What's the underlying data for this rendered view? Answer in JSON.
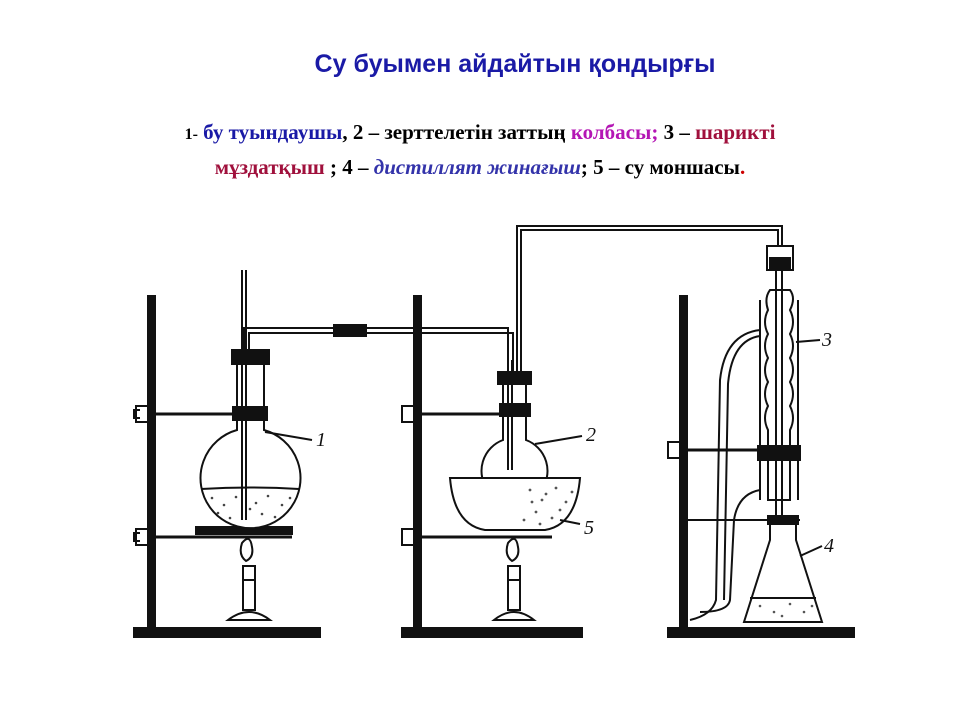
{
  "title": "Су буымен айдайтын қондырғы",
  "caption": {
    "n1": "1-",
    "t1": " бу туындаушы",
    "p1": ", 2 – зерттелетін заттың ",
    "t2": "колбасы;",
    "p2": " 3 – ",
    "t3": "шарикті",
    "t4": "мұздатқыш",
    "p3": " ; 4 –  ",
    "t5": "дистиллят жинағыш",
    "p4": "; 5 – су моншасы",
    "dot": "."
  },
  "labels": {
    "l1": "1",
    "l2": "2",
    "l3": "3",
    "l4": "4",
    "l5": "5"
  },
  "colors": {
    "title": "#1a1aa6",
    "blue": "#1a1aa6",
    "magenta": "#b416b4",
    "maroon": "#a0103c",
    "red": "#cc0000"
  }
}
